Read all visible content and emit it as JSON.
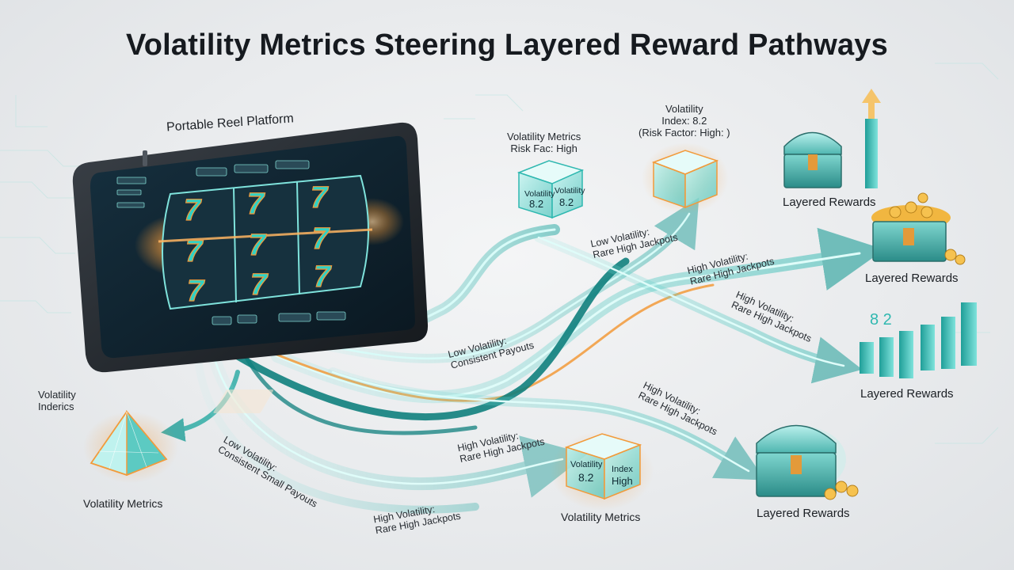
{
  "title": "Volatility Metrics Steering Layered Reward Pathways",
  "device": {
    "label": "Portable Reel Platform",
    "reel_symbol": "7"
  },
  "metrics": {
    "top_cube_title": "Volatility Metrics",
    "top_cube_sub": "Risk Fac: High",
    "top_cube_face_left_1": "Volatility",
    "top_cube_face_left_2": "8.2",
    "top_cube_face_right_1": "Volatility",
    "top_cube_face_right_2": "8.2",
    "index_cube_title_1": "Volatility",
    "index_cube_title_2": "Index: 8.2",
    "index_cube_title_3": "(Risk Factor: High: )",
    "left_indices_1": "Volatility",
    "left_indices_2": "Inderics",
    "pyramid_label": "Volatility Metrics",
    "bottom_cube_label": "Volatility Metrics",
    "bottom_cube_face_left_1": "Volatility",
    "bottom_cube_face_left_2": "8.2",
    "bottom_cube_face_right_1": "Index",
    "bottom_cube_face_right_2": "High"
  },
  "pathways": [
    {
      "line1": "Low Volatility:",
      "line2": "Rare High Jackpots"
    },
    {
      "line1": "High Volatility:",
      "line2": "Rare High Jackpots"
    },
    {
      "line1": "High Volatility:",
      "line2": "Rare High Jackpots"
    },
    {
      "line1": "Low Volatility:",
      "line2": "Consistent Payouts"
    },
    {
      "line1": "High Volatility:",
      "line2": "Rare High Jackpots"
    },
    {
      "line1": "High Volatility:",
      "line2": "Rare High Jackpots"
    },
    {
      "line1": "Low Volatility:",
      "line2": "Consistent Small Payouts"
    },
    {
      "line1": "High Volatility:",
      "line2": "Rare High Jackpots"
    }
  ],
  "rewards": {
    "r1": "Layered Rewards",
    "r2": "Layered Rewards",
    "r3": "Layered Rewards",
    "r4": "Layered Rewards",
    "chart_badge": "8 2"
  },
  "colors": {
    "teal": "#2fb8b0",
    "teal_dark": "#0f7f7d",
    "orange": "#f29a3a",
    "screen": "#0d1f2b"
  }
}
